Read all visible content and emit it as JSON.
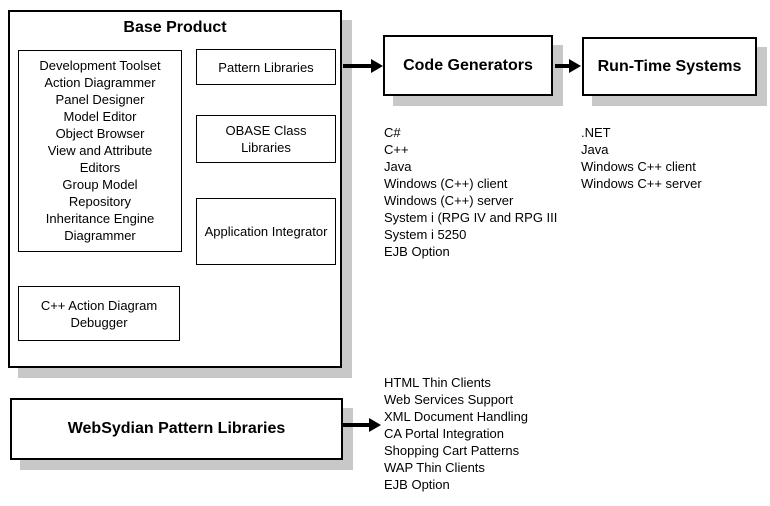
{
  "base_product": {
    "title": "Base Product",
    "development_toolset": {
      "lines": [
        "Development Toolset",
        "Action Diagrammer",
        "Panel Designer",
        "Model Editor",
        "Object Browser",
        "View and Attribute",
        "Editors",
        "Group Model",
        "Repository",
        "Inheritance Engine",
        "Diagrammer"
      ]
    },
    "pattern_libraries": {
      "label": "Pattern Libraries"
    },
    "obase_class_libraries": {
      "lines": [
        "OBASE Class",
        "Libraries"
      ]
    },
    "application_integrator": {
      "label": "Application Integrator"
    },
    "cpp_action_diagram_debugger": {
      "lines": [
        "C++ Action Diagram",
        "Debugger"
      ]
    }
  },
  "code_generators": {
    "title": "Code Generators",
    "outputs": [
      "C#",
      "C++",
      "Java",
      "Windows (C++) client",
      "Windows (C++) server",
      "System i (RPG IV and RPG III",
      "System i 5250",
      "EJB Option"
    ]
  },
  "run_time_systems": {
    "title": "Run-Time Systems",
    "platforms": [
      ".NET",
      "Java",
      "Windows C++ client",
      "Windows C++ server"
    ]
  },
  "websydian": {
    "title": "WebSydian Pattern Libraries",
    "features": [
      "HTML Thin Clients",
      "Web Services Support",
      "XML Document Handling",
      "CA Portal Integration",
      "Shopping Cart Patterns",
      "WAP Thin Clients",
      "EJB Option"
    ]
  },
  "colors": {
    "background": "#ffffff",
    "border": "#000000",
    "text": "#000000",
    "shadow": "#c8c8c8"
  }
}
